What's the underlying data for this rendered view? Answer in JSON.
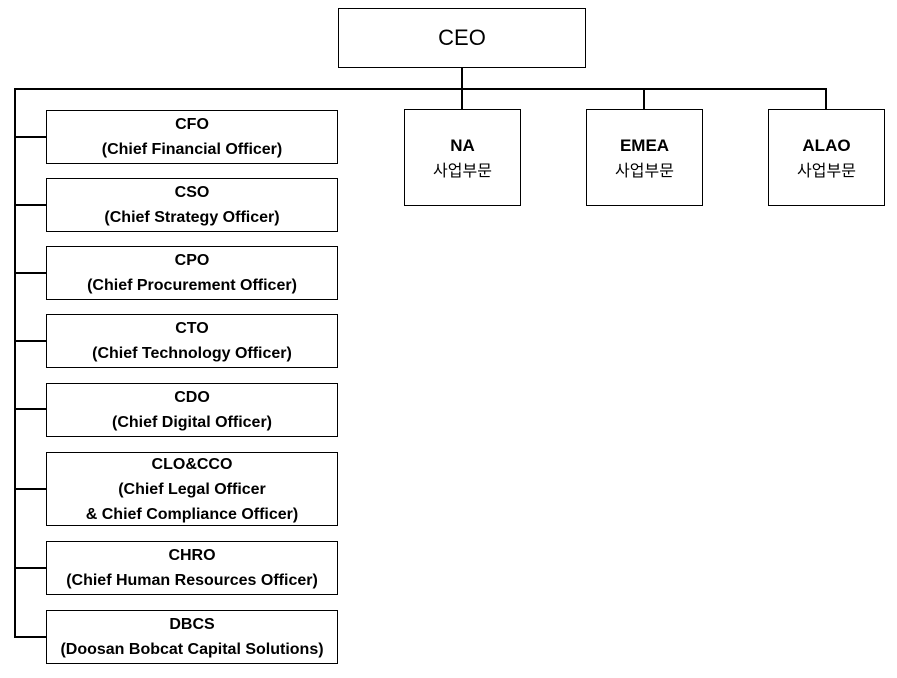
{
  "ceo": {
    "label": "CEO"
  },
  "staff_offices": [
    {
      "abbr": "CFO",
      "full": "(Chief Financial Officer)"
    },
    {
      "abbr": "CSO",
      "full": "(Chief Strategy Officer)"
    },
    {
      "abbr": "CPO",
      "full": "(Chief Procurement Officer)"
    },
    {
      "abbr": "CTO",
      "full": "(Chief Technology Officer)"
    },
    {
      "abbr": "CDO",
      "full": "(Chief Digital Officer)"
    },
    {
      "abbr": "CLO&CCO",
      "full": "(Chief Legal Officer",
      "full2": "& Chief Compliance Officer)"
    },
    {
      "abbr": "CHRO",
      "full": "(Chief Human Resources Officer)"
    },
    {
      "abbr": "DBCS",
      "full": "(Doosan Bobcat Capital Solutions)"
    }
  ],
  "business_divisions": [
    {
      "name": "NA",
      "sub": "사업부문"
    },
    {
      "name": "EMEA",
      "sub": "사업부문"
    },
    {
      "name": "ALAO",
      "sub": "사업부문"
    }
  ]
}
